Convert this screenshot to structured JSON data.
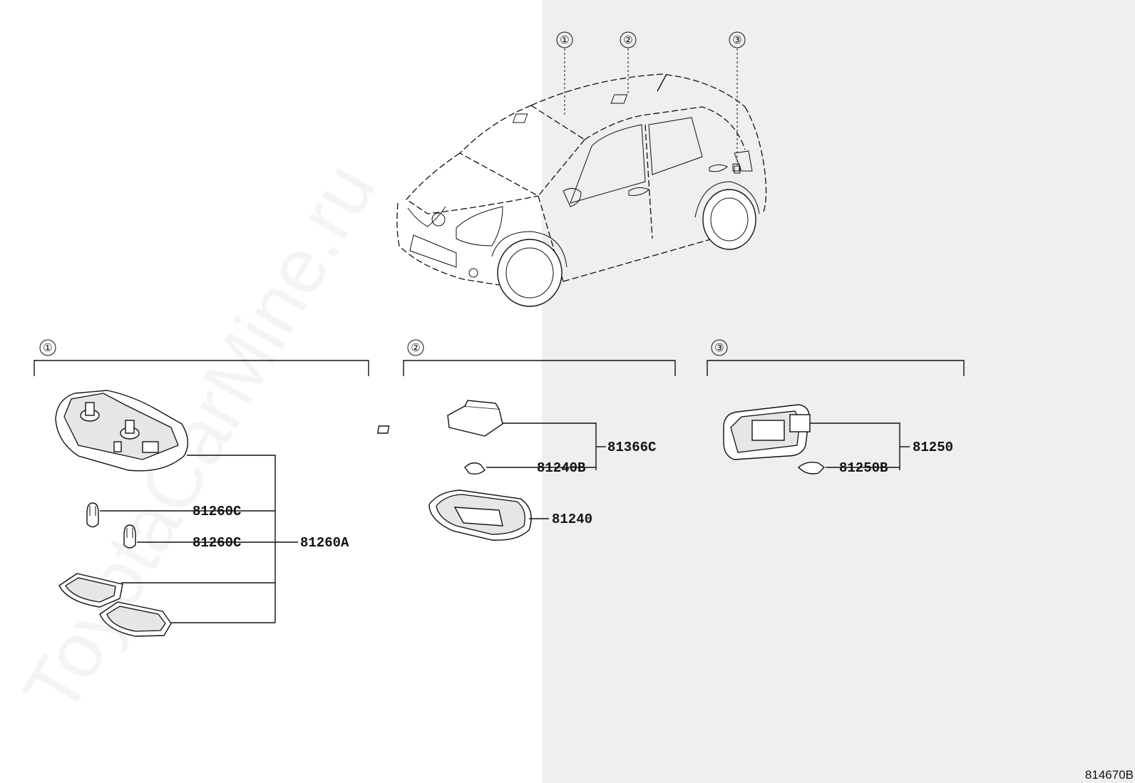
{
  "watermark": "ToyotaCarMine.ru",
  "location_markers": [
    "①",
    "②",
    "③"
  ],
  "groups": [
    {
      "marker": "①",
      "parts": [
        "81260C",
        "81260C",
        "81260A"
      ]
    },
    {
      "marker": "②",
      "parts": [
        "81366C",
        "81240B",
        "81240"
      ]
    },
    {
      "marker": "③",
      "parts": [
        "81250",
        "81250B"
      ]
    }
  ],
  "diagram_ref": "814670B"
}
